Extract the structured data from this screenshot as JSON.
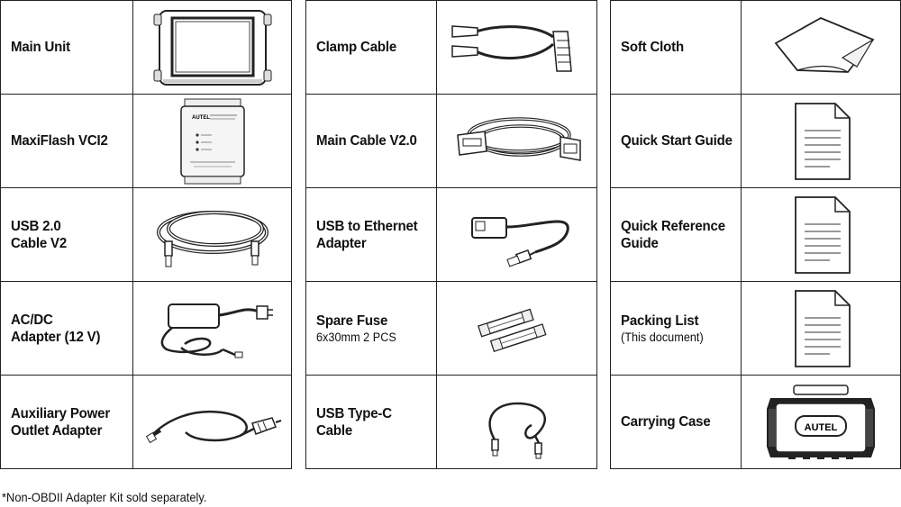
{
  "columns": [
    {
      "items": [
        {
          "name": "Main Unit",
          "note": "",
          "icon": "tablet-icon"
        },
        {
          "name": "MaxiFlash VCI2",
          "note": "",
          "icon": "vci-device-icon"
        },
        {
          "name": "USB 2.0\nCable V2",
          "note": "",
          "icon": "usb-cable-icon"
        },
        {
          "name": "AC/DC\nAdapter (12 V)",
          "note": "",
          "icon": "power-adapter-icon"
        },
        {
          "name": "Auxiliary Power\nOutlet Adapter",
          "note": "",
          "icon": "cigarette-adapter-icon"
        }
      ]
    },
    {
      "items": [
        {
          "name": "Clamp Cable",
          "note": "",
          "icon": "clamp-cable-icon"
        },
        {
          "name": "Main Cable V2.0",
          "note": "",
          "icon": "obd-cable-icon"
        },
        {
          "name": "USB to Ethernet\nAdapter",
          "note": "",
          "icon": "ethernet-adapter-icon"
        },
        {
          "name": "Spare Fuse",
          "note": "6x30mm  2 PCS",
          "icon": "fuse-icon"
        },
        {
          "name": "USB Type-C\nCable",
          "note": "",
          "icon": "usb-c-cable-icon"
        }
      ]
    },
    {
      "items": [
        {
          "name": "Soft Cloth",
          "note": "",
          "icon": "cloth-icon"
        },
        {
          "name": "Quick Start Guide",
          "note": "",
          "icon": "document-icon"
        },
        {
          "name": "Quick Reference\nGuide",
          "note": "",
          "icon": "document-icon"
        },
        {
          "name": "Packing List",
          "note": "(This document)",
          "icon": "document-icon"
        },
        {
          "name": "Carrying Case",
          "note": "",
          "icon": "carrying-case-icon"
        }
      ]
    }
  ],
  "case_brand": "AUTEL",
  "vci_brand": "AUTEL",
  "footnote": "*Non-OBDII Adapter Kit sold separately."
}
